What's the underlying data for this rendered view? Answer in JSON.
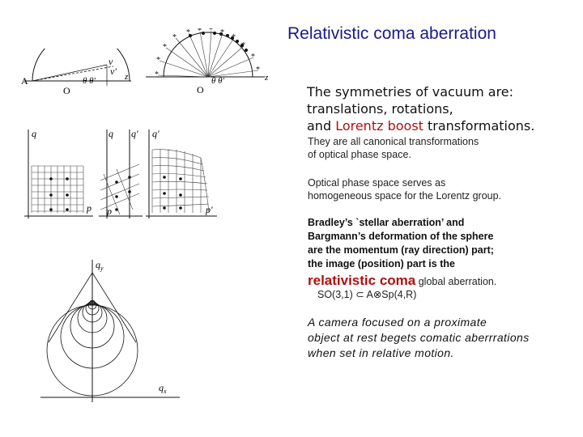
{
  "title": "Relativistic coma aberration",
  "symmetries": {
    "intro": "The symmetries of vacuum are:",
    "line2": "translations, rotations,",
    "line3_prefix": "and ",
    "line3_red": "Lorentz boost",
    "line3_suffix": " transformations."
  },
  "canonical": {
    "line1": "They are all canonical transformations",
    "line2": "of optical phase space."
  },
  "optical_space": {
    "line1": "Optical phase space serves as",
    "line2": "homogeneous space for the Lorentz group."
  },
  "bradley": {
    "line1": "Bradley’s `stellar aberration’ and",
    "line2": "Bargmann’s deformation of the sphere",
    "line3": "are the momentum (ray direction) part;",
    "line4": "the image (position) part is the"
  },
  "coma": {
    "word": "relativistic coma",
    "rest": " global aberration."
  },
  "group": "SO(3,1) ⊂ A⊗Sp(4,R)",
  "camera": {
    "line1": "A camera focused on a proximate",
    "line2": "object at rest begets comatic aberrrations",
    "line3": "when set in relative motion."
  },
  "figure_labels": {
    "A": "A",
    "O1": "O",
    "O2": "O",
    "z1": "z",
    "z2": "z",
    "theta_pair1": "θ θ'",
    "theta_pair2": "θ θ'",
    "v": "v",
    "v_prime": "v'",
    "q1": "q",
    "p1": "p",
    "q2": "q",
    "q2_prime": "q'",
    "p2": "p",
    "q3_prime": "q'",
    "p3_prime": "p'",
    "qy": "q",
    "qy_sub": "y",
    "qx": "q",
    "qx_sub": "x"
  }
}
